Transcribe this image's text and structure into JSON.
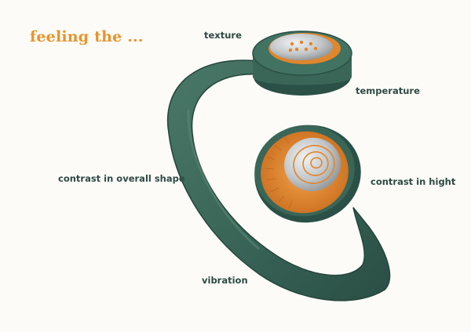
{
  "headline": "feeling the ...",
  "labels": {
    "texture": "texture",
    "temperature": "temperature",
    "contrast_shape": "contrast in overall shape",
    "contrast_height": "contrast in hight",
    "vibration": "vibration"
  },
  "colors": {
    "headline": "#e8942c",
    "band": "#3a6658",
    "band_dark": "#2b5046",
    "metal": "#c9ccce",
    "orange": "#e0862c",
    "label": "#2e4a44"
  }
}
